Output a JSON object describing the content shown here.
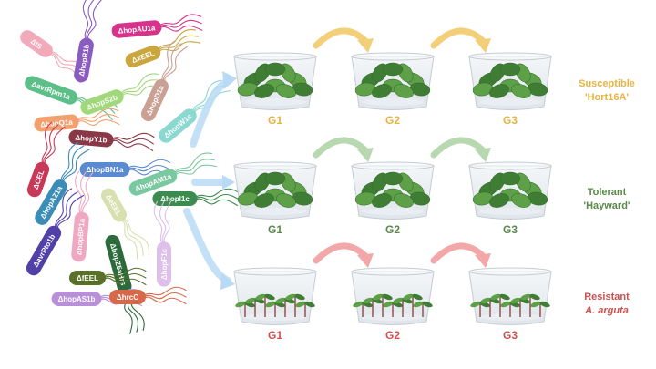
{
  "mutants": [
    {
      "label": "ΔhopAU1a",
      "color": "#d6338a"
    },
    {
      "label": "ΔIS",
      "color": "#f2aabb"
    },
    {
      "label": "ΔhopR1b",
      "color": "#8a5cc0"
    },
    {
      "label": "ΔxEEL",
      "color": "#c9a63e"
    },
    {
      "label": "ΔavrRpm1a",
      "color": "#5cbf88"
    },
    {
      "label": "ΔhopS2b",
      "color": "#a2d87c"
    },
    {
      "label": "ΔhopD1a",
      "color": "#c9a092"
    },
    {
      "label": "ΔhopQ1a",
      "color": "#f1a06e"
    },
    {
      "label": "ΔhopW1c",
      "color": "#8ad8d0"
    },
    {
      "label": "ΔhopY1b",
      "color": "#8a3848"
    },
    {
      "label": "ΔCEL",
      "color": "#c83858"
    },
    {
      "label": "ΔhopBN1a",
      "color": "#5a8ad2"
    },
    {
      "label": "ΔhopAM1a",
      "color": "#7ac8a0"
    },
    {
      "label": "ΔhopI1c",
      "color": "#3c8c50"
    },
    {
      "label": "ΔhopAZ1a",
      "color": "#3c8cb8"
    },
    {
      "label": "ΔhopBP1a",
      "color": "#f0a8c2"
    },
    {
      "label": "ΔeEEL",
      "color": "#d8e0b0"
    },
    {
      "label": "ΔhopZ5aHrs",
      "color": "#2c6a3c"
    },
    {
      "label": "ΔavrPto1b",
      "color": "#5040a8"
    },
    {
      "label": "ΔhopF1c",
      "color": "#dcc0ea"
    },
    {
      "label": "ΔfEEL",
      "color": "#5a7028"
    },
    {
      "label": "ΔhopAS1b",
      "color": "#b890d8"
    },
    {
      "label": "ΔhrcC",
      "color": "#d86848"
    }
  ],
  "generations": [
    "G1",
    "G2",
    "G3"
  ],
  "rows": [
    {
      "name": "Susceptible",
      "cultivar": "'Hort16A'",
      "color": "#e8b43c",
      "arrow": "#f2cf78",
      "plant": "leafy"
    },
    {
      "name": "Tolerant",
      "cultivar": "'Hayward'",
      "color": "#5a8a4a",
      "arrow": "#b8d8b0",
      "plant": "leafy"
    },
    {
      "name": "Resistant",
      "cultivar": "A. arguta",
      "color": "#d05050",
      "arrow": "#f2a8a8",
      "plant": "seedling"
    }
  ],
  "colors": {
    "inoculation_arrow": "#b8daf4",
    "leaf": "#5ea048",
    "leaf_dark": "#3f7d34"
  }
}
